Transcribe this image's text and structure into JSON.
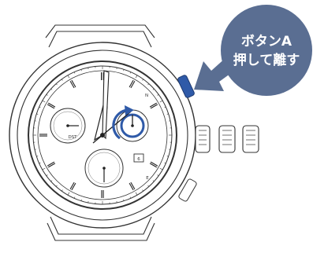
{
  "callout": {
    "line1": "ボタンA",
    "line2": "押して離す",
    "bubble_color": "#5a6e92",
    "highlight_color": "#2f5aa8"
  },
  "dial": {
    "subdial_left_label": "DST",
    "date_label": "6",
    "marker_n": "N",
    "marker_e": "E"
  },
  "crown_positions": 3,
  "icons": {
    "pointer": "callout-arrow-icon",
    "rotation": "rotation-arrow-icon"
  }
}
